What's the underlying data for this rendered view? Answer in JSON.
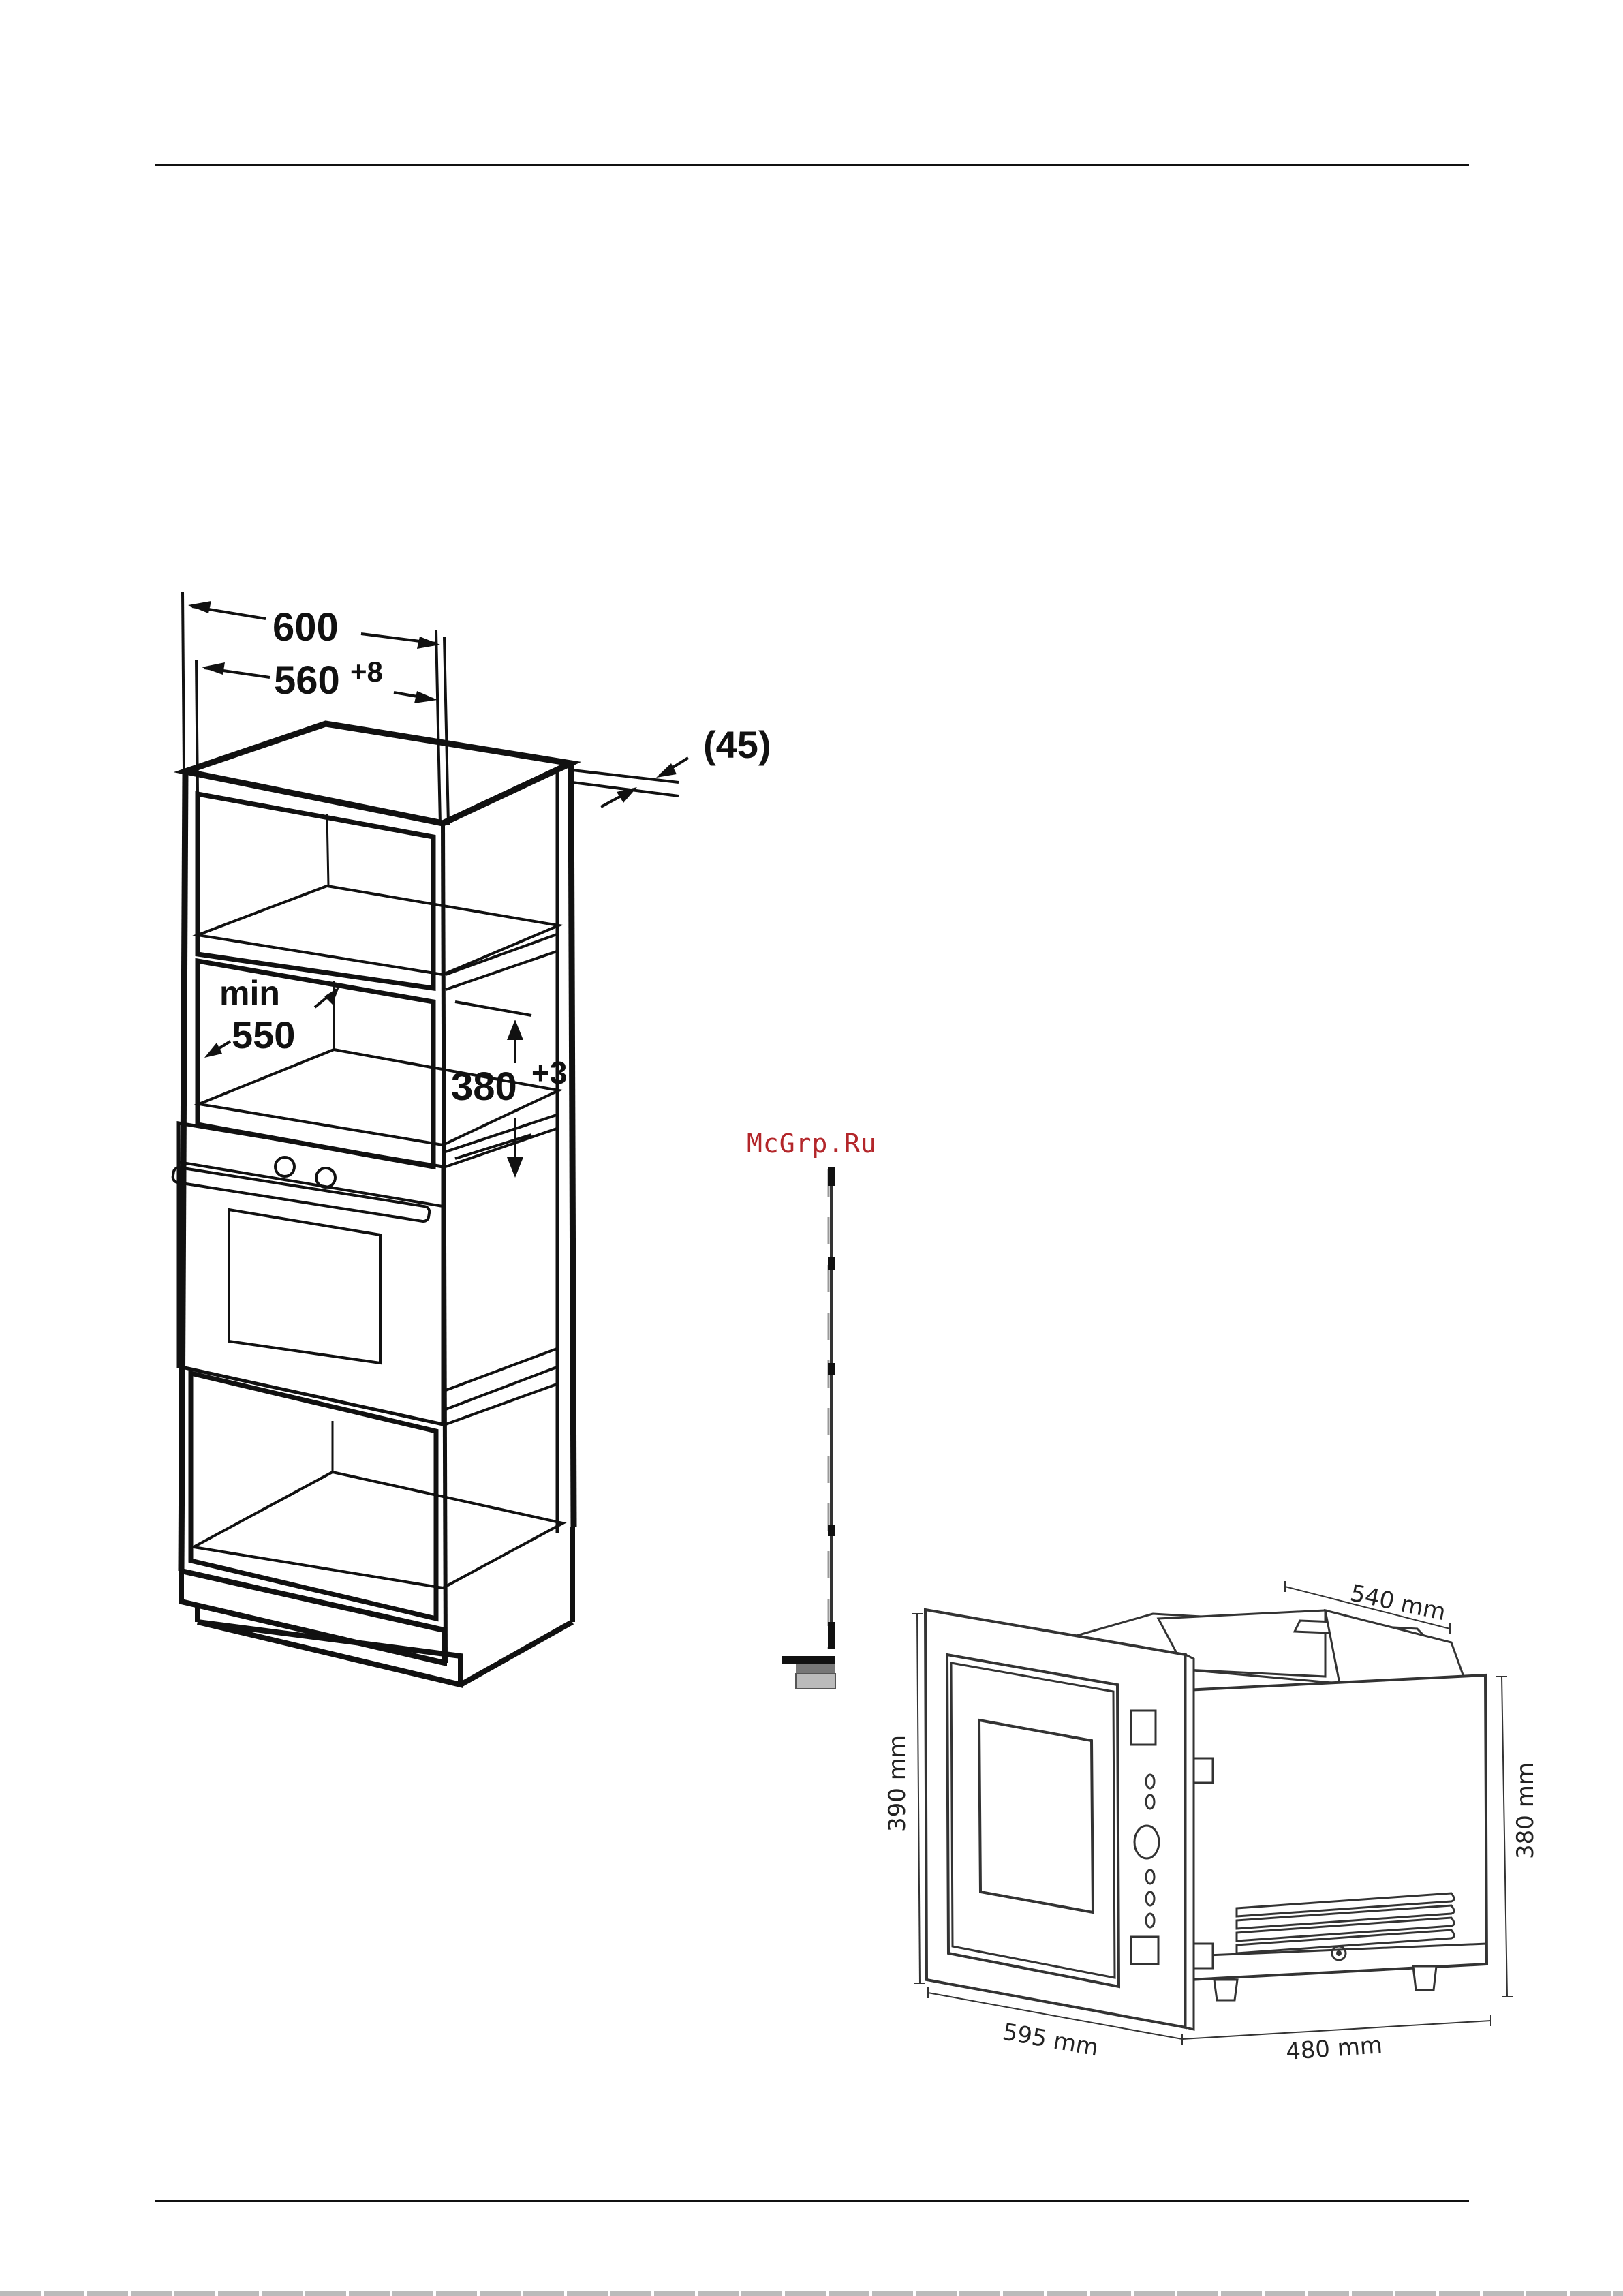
{
  "watermark": "McGrp.Ru",
  "cabinet_diagram": {
    "width_outer": "600",
    "width_inner": "560",
    "width_inner_tol": "+8",
    "back_gap": "(45)",
    "min_label": "min",
    "depth_min": "550",
    "niche_height": "380",
    "niche_height_tol": "+3"
  },
  "appliance_diagram": {
    "depth_top": "540 mm",
    "front_height": "390 mm",
    "body_height": "380 mm",
    "front_width": "595 mm",
    "body_depth": "480 mm"
  }
}
